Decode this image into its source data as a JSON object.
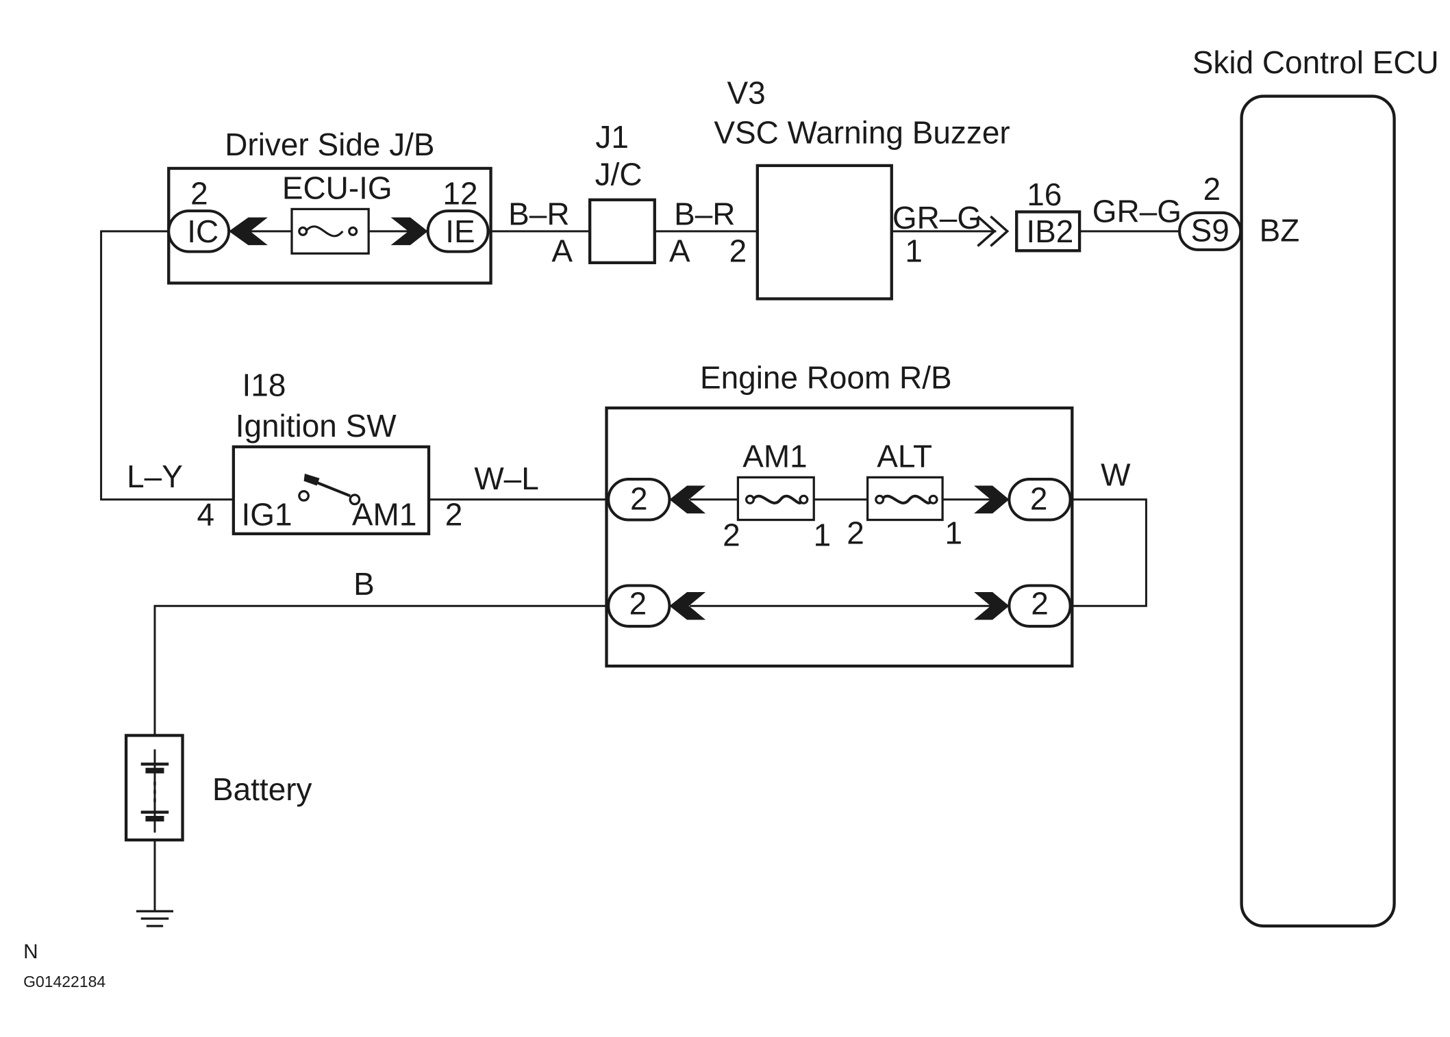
{
  "components": {
    "driver_jb": {
      "title": "Driver Side J/B",
      "fuse_label": "ECU-IG",
      "left_pin": "2",
      "left_conn": "IC",
      "right_pin": "12",
      "right_conn": "IE"
    },
    "jc": {
      "code": "J1",
      "name": "J/C",
      "left_terminal": "A",
      "right_terminal": "A"
    },
    "buzzer": {
      "code": "V3",
      "name": "VSC Warning Buzzer",
      "pin_in": "2",
      "pin_out": "1"
    },
    "ib2": {
      "pin": "16",
      "conn": "IB2"
    },
    "ecu": {
      "title": "Skid Control ECU",
      "pin": "2",
      "conn": "S9",
      "terminal": "BZ"
    },
    "ignition_sw": {
      "code": "I18",
      "name": "Ignition SW",
      "left_terminal": "IG1",
      "right_terminal": "AM1",
      "left_pin": "4",
      "right_pin": "2"
    },
    "engine_rb": {
      "title": "Engine Room R/B",
      "conn_pin": "2",
      "fuses": [
        {
          "label": "AM1",
          "pin_left": "2",
          "pin_right": "1"
        },
        {
          "label": "ALT",
          "pin_left": "2",
          "pin_right": "1"
        }
      ]
    },
    "battery": {
      "label": "Battery"
    }
  },
  "wires": {
    "b_r_left": "B–R",
    "b_r_right": "B–R",
    "gr_g_left": "GR–G",
    "gr_g_right": "GR–G",
    "l_y": "L–Y",
    "w_l": "W–L",
    "w": "W",
    "b": "B"
  },
  "footer": {
    "letter": "N",
    "code": "G01422184"
  }
}
